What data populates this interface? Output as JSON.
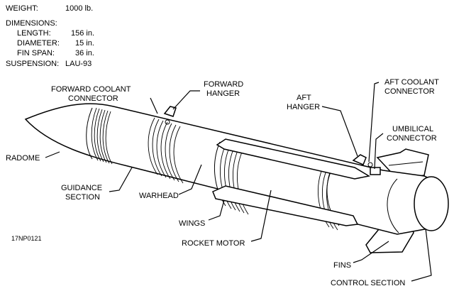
{
  "specs": {
    "weight_label": "WEIGHT:",
    "weight_value": "1000 lb.",
    "dimensions_label": "DIMENSIONS:",
    "length_label": "LENGTH:",
    "length_value": "156 in.",
    "diameter_label": "DIAMETER:",
    "diameter_value": "15 in.",
    "finspan_label": "FIN SPAN:",
    "finspan_value": "36 in.",
    "suspension_label": "SUSPENSION:",
    "suspension_value": "LAU-93"
  },
  "labels": {
    "forward_coolant_1": "FORWARD COOLANT",
    "forward_coolant_2": "CONNECTOR",
    "forward_hanger_1": "FORWARD",
    "forward_hanger_2": "HANGER",
    "aft_hanger_1": "AFT",
    "aft_hanger_2": "HANGER",
    "aft_coolant_1": "AFT COOLANT",
    "aft_coolant_2": "CONNECTOR",
    "umbilical_1": "UMBILICAL",
    "umbilical_2": "CONNECTOR",
    "radome": "RADOME",
    "guidance_1": "GUIDANCE",
    "guidance_2": "SECTION",
    "warhead": "WARHEAD",
    "wings": "WINGS",
    "rocket_motor": "ROCKET MOTOR",
    "fins": "FINS",
    "control_section": "CONTROL SECTION"
  },
  "figure_code": "17NP0121"
}
